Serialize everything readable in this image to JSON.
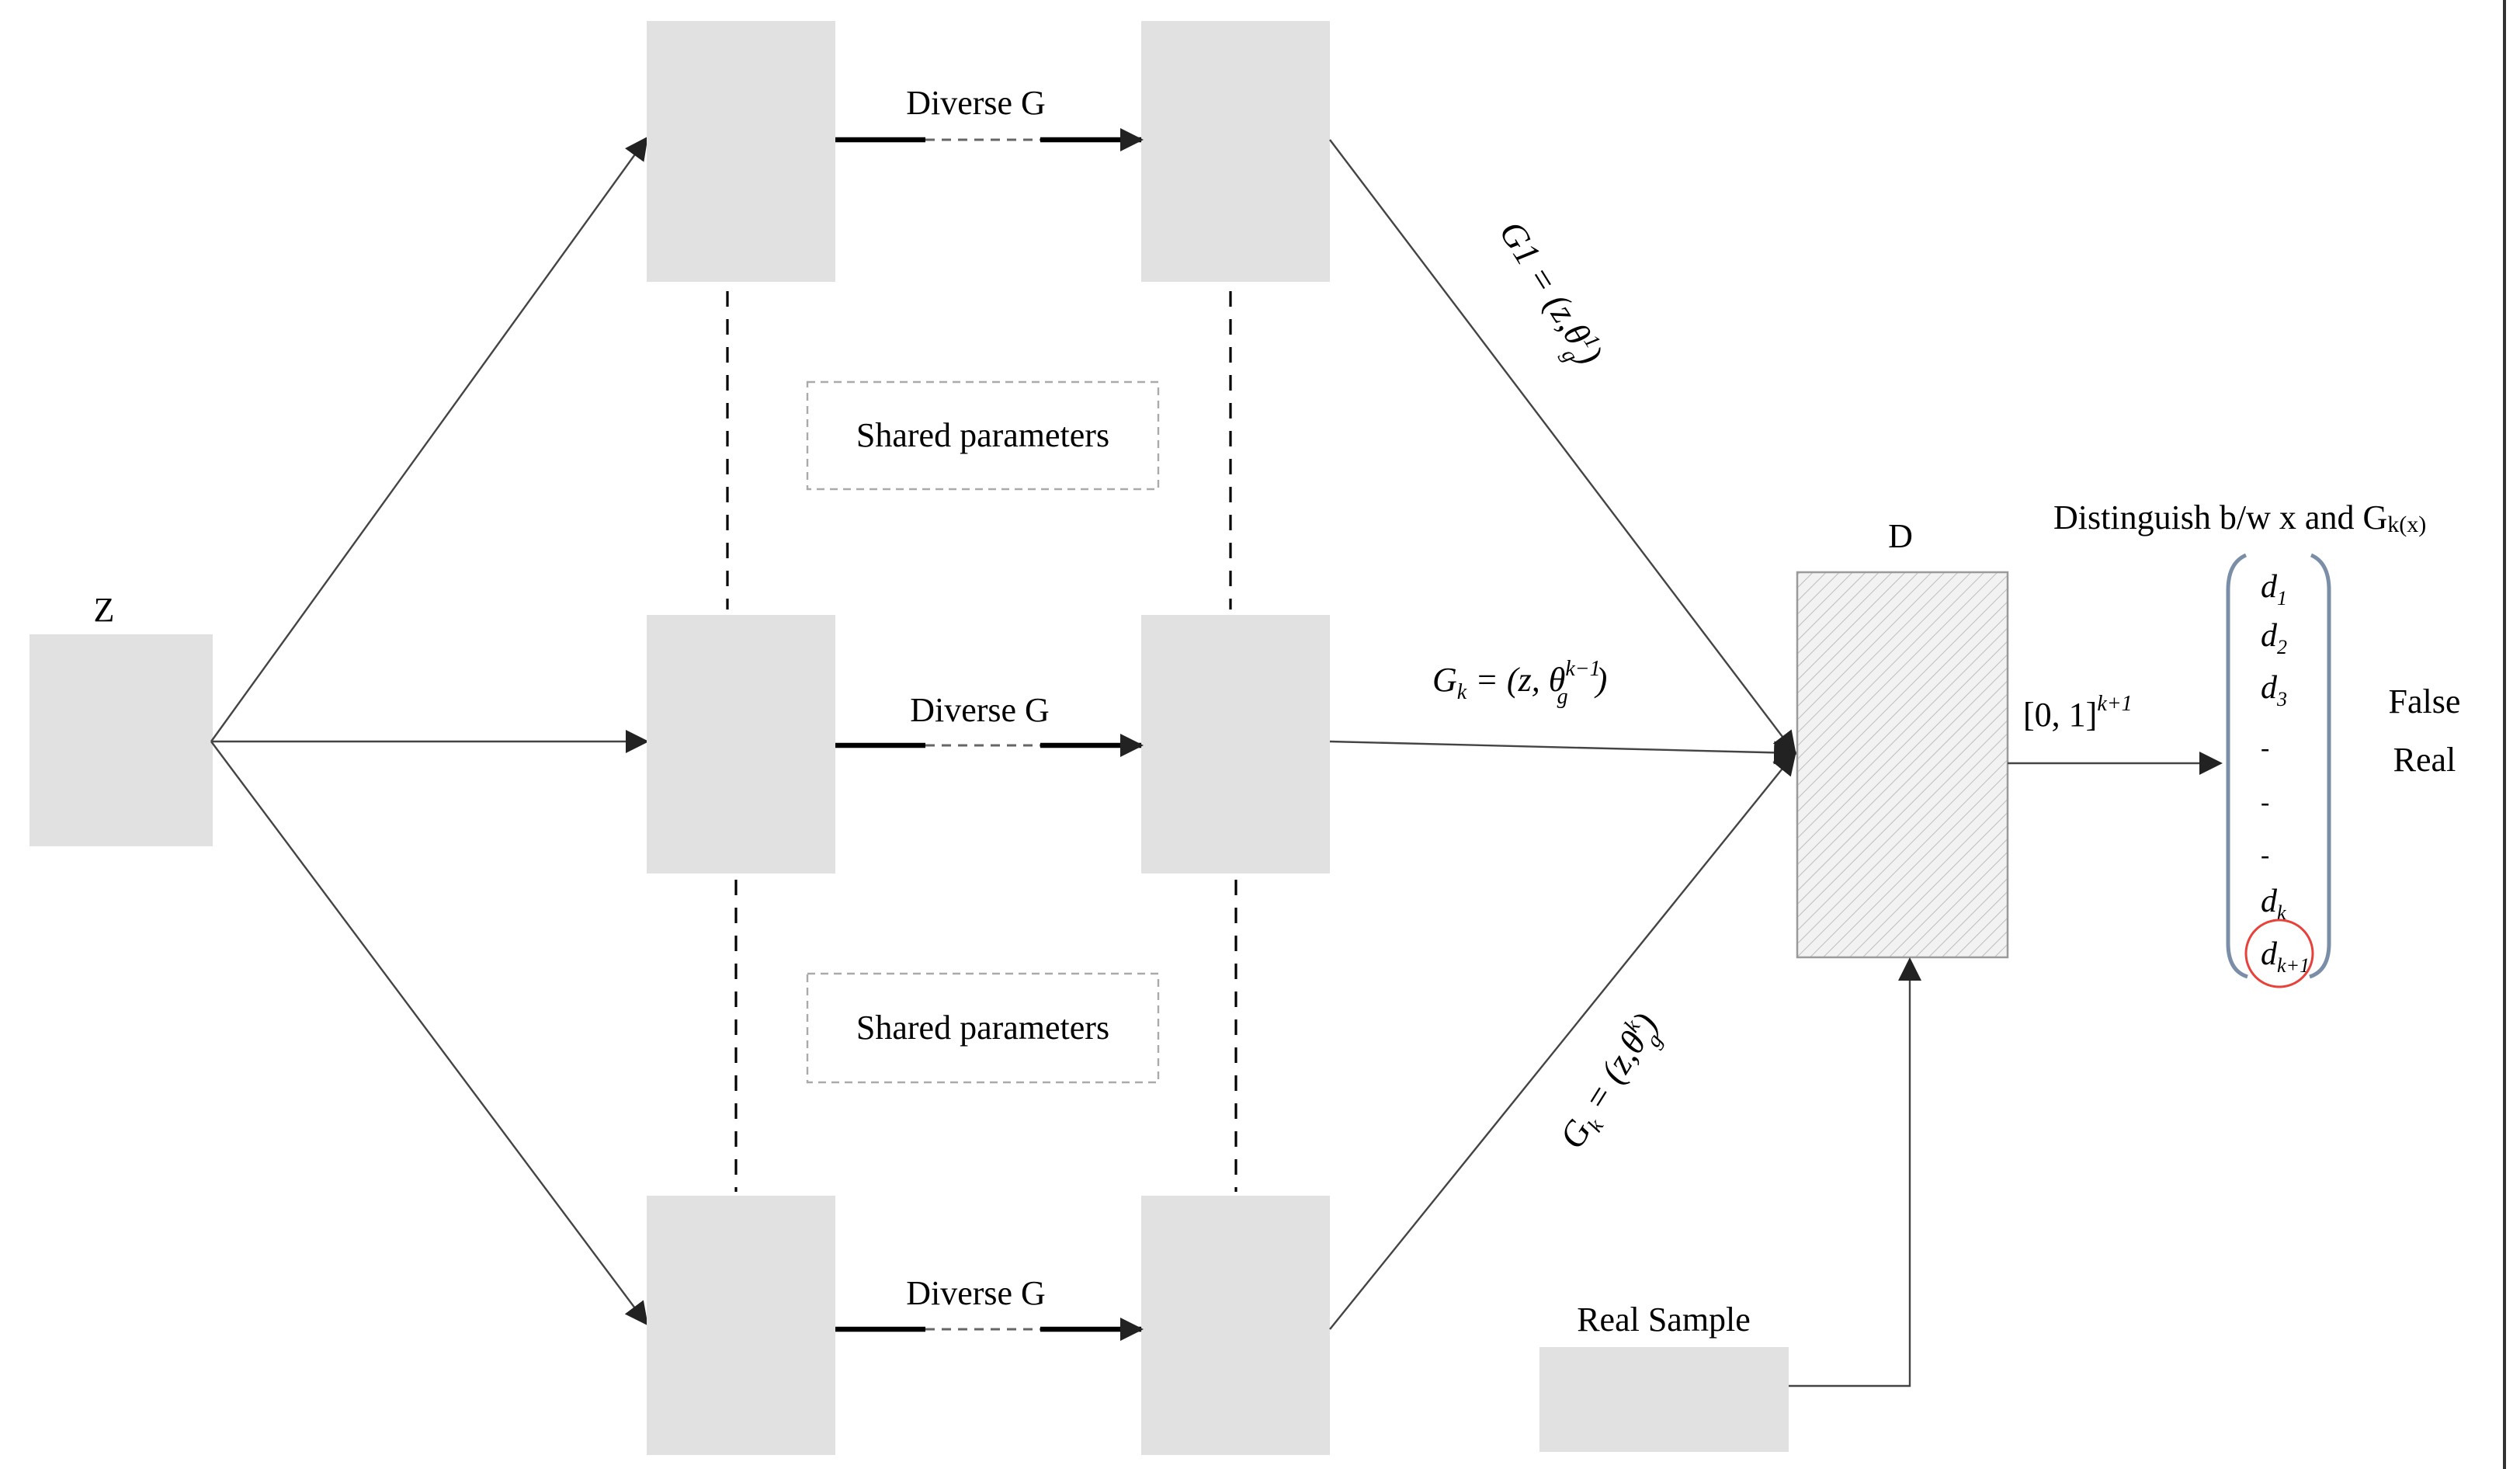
{
  "labels": {
    "z": "Z",
    "d": "D",
    "diverse_g": "Diverse G",
    "shared_parameters": "Shared parameters",
    "real_sample": "Real Sample",
    "distinguish": "Distinguish b/w x and G",
    "distinguish_sub": "k(x)",
    "false": "False",
    "real": "Real"
  },
  "formulas": {
    "g1": {
      "lhs": "G1 = (",
      "z": "z",
      "theta": "θ",
      "sup": "1",
      "sub": "g",
      "close": ")"
    },
    "gk": {
      "lhs": "G",
      "lhs_sub": "k",
      "eq": " = (",
      "z": "z",
      "theta": "θ",
      "sup": "k−1",
      "sub": "g",
      "close": ")"
    },
    "gkb": {
      "lhs": "G",
      "lhs_sub": "k",
      "eq": " = (",
      "z": "z",
      "theta": "θ",
      "sup": "k",
      "sub": "g",
      "close": ")"
    },
    "range": {
      "text": "[0, 1]",
      "sup": "k+1"
    }
  },
  "output_vector": {
    "items": [
      {
        "base": "d",
        "sub": "1"
      },
      {
        "base": "d",
        "sub": "2"
      },
      {
        "base": "d",
        "sub": "3"
      },
      {
        "base": "-",
        "sub": ""
      },
      {
        "base": "-",
        "sub": ""
      },
      {
        "base": "-",
        "sub": ""
      },
      {
        "base": "d",
        "sub": "k"
      },
      {
        "base": "d",
        "sub": "k+1"
      }
    ],
    "highlight_color": "#e8413a"
  }
}
